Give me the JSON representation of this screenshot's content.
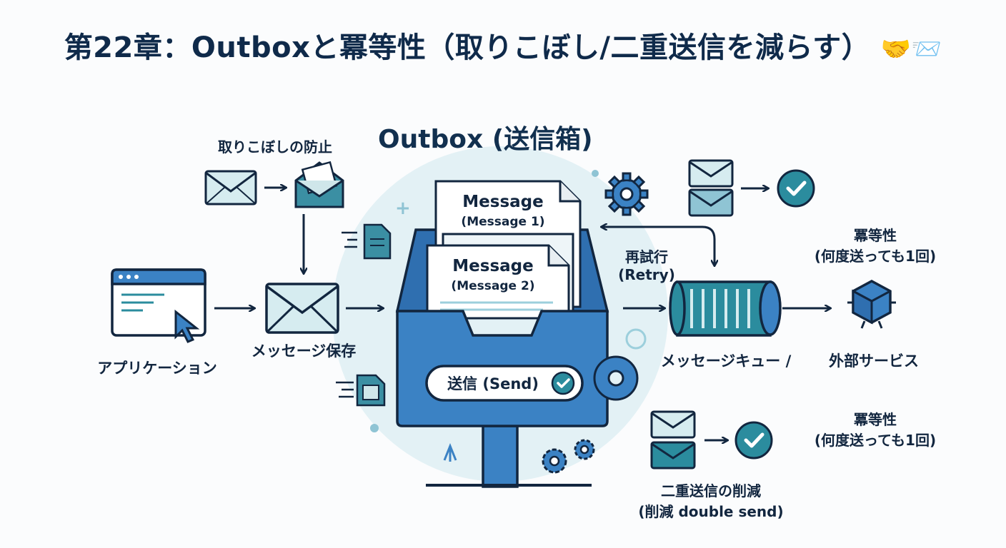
{
  "title": "第22章：Outboxと冪等性（取りこぼし/二重送信を減らす）",
  "title_icons": [
    "handshake-icon",
    "inbox-tray-icon"
  ],
  "outbox_label": "Outbox (送信箱)",
  "prevent_loss_label": "取りこぼしの防止",
  "application_label": "アプリケーション",
  "save_message_label": "メッセージ保存",
  "message_1": {
    "title": "Message",
    "sub": "(Message 1)"
  },
  "message_2": {
    "title": "Message",
    "sub": "(Message 2)"
  },
  "send_button_label": "送信 (Send)",
  "retry_label_line1": "再試行",
  "retry_label_line2": "(Retry)",
  "queue_label": "メッセージキュー /",
  "external_service_label": "外部サービス",
  "idempotency_1": {
    "line1": "冪等性",
    "line2": "(何度送っても1回)"
  },
  "idempotency_2": {
    "line1": "冪等性",
    "line2": "(何度送っても1回)"
  },
  "double_send_label_line1": "二重送信の削減",
  "double_send_label_line2": "(削減 double send)",
  "colors": {
    "navy": "#12263f",
    "blue": "#3b82c4",
    "teal": "#2b8c9e",
    "light_teal": "#cfe6ea",
    "envelope_fill": "#d6ecf0",
    "circle_bg": "#e3f1f5"
  }
}
